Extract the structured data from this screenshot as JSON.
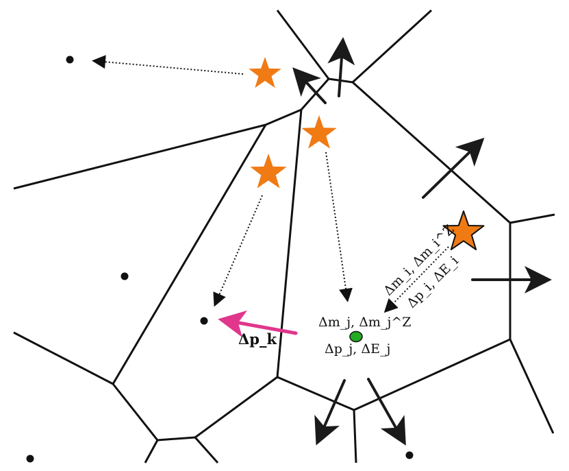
{
  "colors": {
    "cell_edge": "#111111",
    "star_fill": "#f07a14",
    "star_outline": "#111111",
    "gas_particle": "#22aa22",
    "kick_arrow": "#e0368c",
    "flow_arrow": "#1a1a1a"
  },
  "labels": {
    "target_line1": "Δm_j, Δm_j^Z",
    "target_line2": "Δp_j, ΔE_j",
    "source_line1": "Δm_i, Δm_i^Z",
    "source_line2": "Δp_i, ΔE_i",
    "kick": "Δp_k"
  }
}
